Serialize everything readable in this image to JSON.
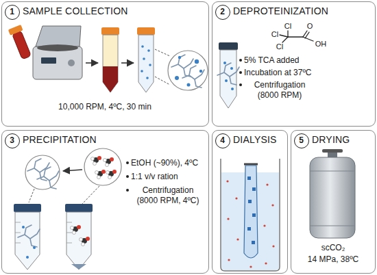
{
  "diagram": {
    "nodes": [
      {
        "text": [
          "SAMPLE COLLECTION",
          "10,000 RPM, 4ºC, 30 min"
        ]
      },
      {
        "text": [
          "1"
        ],
        "in": 0
      },
      {
        "text": [
          "DEPROTEINIZATION",
          "5% TCA added",
          "Incubation at 37ºC",
          "Centrifugation (8000 RPM)"
        ]
      },
      {
        "text": [
          "2"
        ],
        "in": 2
      },
      {
        "text": [
          "PRECIPITATION",
          "EtOH (~90%), 4ºC",
          "1:1 v/v ration",
          "Centrifugation (8000 RPM, 4ºC)"
        ]
      },
      {
        "text": [
          "3"
        ],
        "in": 4
      },
      {
        "text": [
          "DIALYSIS"
        ]
      },
      {
        "text": [
          "4"
        ],
        "in": 6
      },
      {
        "text": [
          "DRYING",
          "scCO₂",
          "14 MPa, 38ºC"
        ]
      },
      {
        "text": [
          "5"
        ],
        "in": 8
      }
    ],
    "labels": [
      "Cl",
      "Cl",
      "Cl",
      "O",
      "OH"
    ]
  }
}
